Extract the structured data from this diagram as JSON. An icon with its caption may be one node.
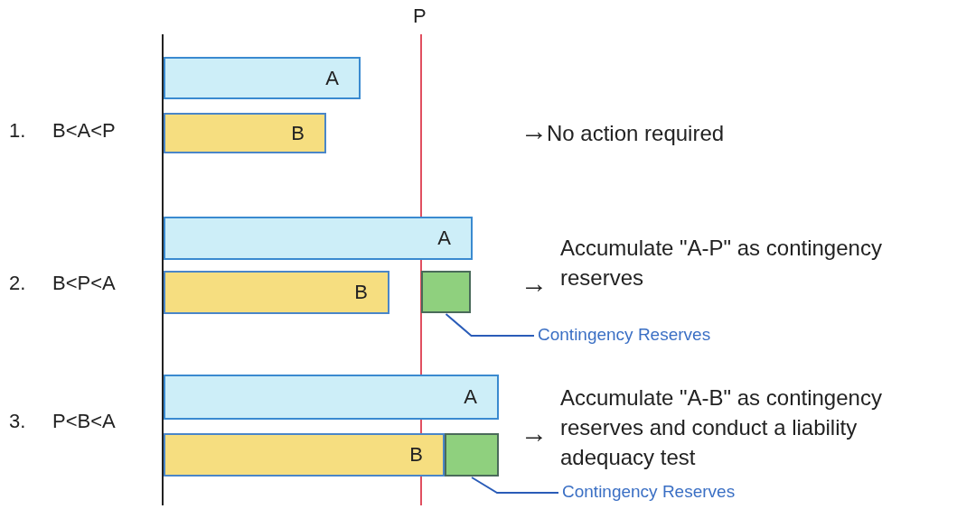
{
  "diagram": {
    "nodes": [
      {
        "text": [
          "A"
        ]
      },
      {
        "text": [
          "B"
        ]
      },
      {
        "text": [
          "A"
        ]
      },
      {
        "text": [
          "B"
        ]
      },
      {
        "text": [],
        "shape": "box"
      },
      {
        "text": [
          "Contingency Reserves"
        ]
      },
      {
        "text": [
          "A"
        ]
      },
      {
        "text": [
          "B"
        ]
      },
      {
        "text": [],
        "shape": "box"
      },
      {
        "text": [
          "Contingency Reserves"
        ]
      }
    ],
    "edges": [
      {
        "from": 5,
        "to": 4,
        "arrow": "none"
      },
      {
        "from": 9,
        "to": 8,
        "arrow": "none"
      }
    ],
    "labels": [
      "P",
      "1.",
      "B<A<P",
      "→",
      "No action required",
      "2.",
      "B<P<A",
      "→",
      "Accumulate \"A-P\" as contingency reserves",
      "3.",
      "P<B<A",
      "→",
      "Accumulate \"A-B\" as contingency reserves and conduct a liability adequacy test"
    ]
  }
}
